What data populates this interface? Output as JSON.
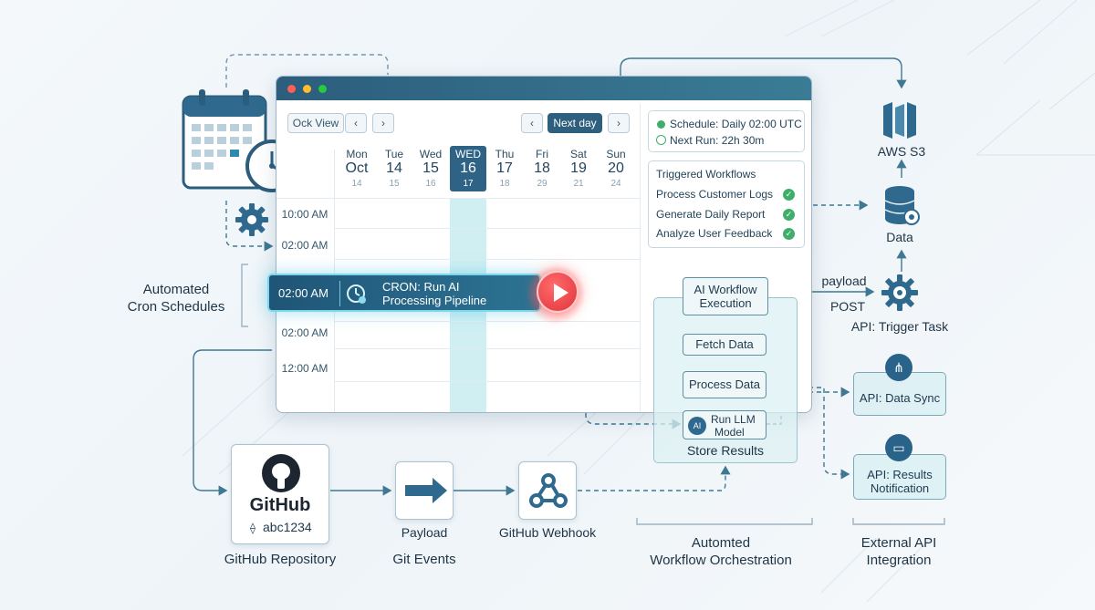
{
  "calendar": {
    "view_button": "Ock View",
    "prev_icon": "chevron-left-icon",
    "next_icon": "chevron-right-icon",
    "next_day_button": "Next day",
    "days": [
      {
        "name": "Mon",
        "num": "Oct",
        "sub": "14"
      },
      {
        "name": "Tue",
        "num": "14",
        "sub": "15"
      },
      {
        "name": "Wed",
        "num": "15",
        "sub": "16"
      },
      {
        "name": "WED",
        "num": "16",
        "sub": "17"
      },
      {
        "name": "Thu",
        "num": "17",
        "sub": "18"
      },
      {
        "name": "Fri",
        "num": "18",
        "sub": "29"
      },
      {
        "name": "Sat",
        "num": "19",
        "sub": "21"
      },
      {
        "name": "Sun",
        "num": "20",
        "sub": "24"
      }
    ],
    "times": [
      "10:00 AM",
      "02:00 AM",
      "02:00 AM",
      "12:00 AM"
    ],
    "schedule": "Schedule: Daily 02:00 UTC",
    "next_run": "Next Run: 22h 30m",
    "triggered_title": "Triggered Workflows",
    "triggered": [
      "Process Customer Logs",
      "Generate Daily Report",
      "Analyze User Feedback"
    ]
  },
  "cron": {
    "time": "02:00 AM",
    "line1": "CRON: Run AI",
    "line2": "Processing Pipeline"
  },
  "labels": {
    "automated_line1": "Automated",
    "automated_line2": "Cron Schedules",
    "aws": "AWS S3",
    "data": "Data",
    "payload_top": "payload",
    "post": "POST",
    "api_trigger": "API: Trigger Task",
    "api_sync": "API: Data Sync",
    "api_results_line1": "API: Results",
    "api_results_line2": "Notification",
    "github_logo": "GitHub",
    "commit": "abc1234",
    "github_repo": "GitHub Repository",
    "payload": "Payload",
    "git_events": "Git Events",
    "webhook": "GitHub Webhook",
    "orch_line1": "Automted",
    "orch_line2": "Workflow Orchestration",
    "ext_line1": "External API",
    "ext_line2": "Integration"
  },
  "workflow": {
    "exec_line1": "AI Workflow",
    "exec_line2": "Execution",
    "fetch": "Fetch Data",
    "process": "Process Data",
    "ai_badge": "AI",
    "llm_line1": "Run LLM",
    "llm_line2": "Model",
    "store": "Store Results"
  },
  "colors": {
    "accent": "#2e5f7e",
    "highlight": "#7cd6ec",
    "play": "#e0343a",
    "success": "#3fae6a",
    "wire": "#3f7892"
  }
}
